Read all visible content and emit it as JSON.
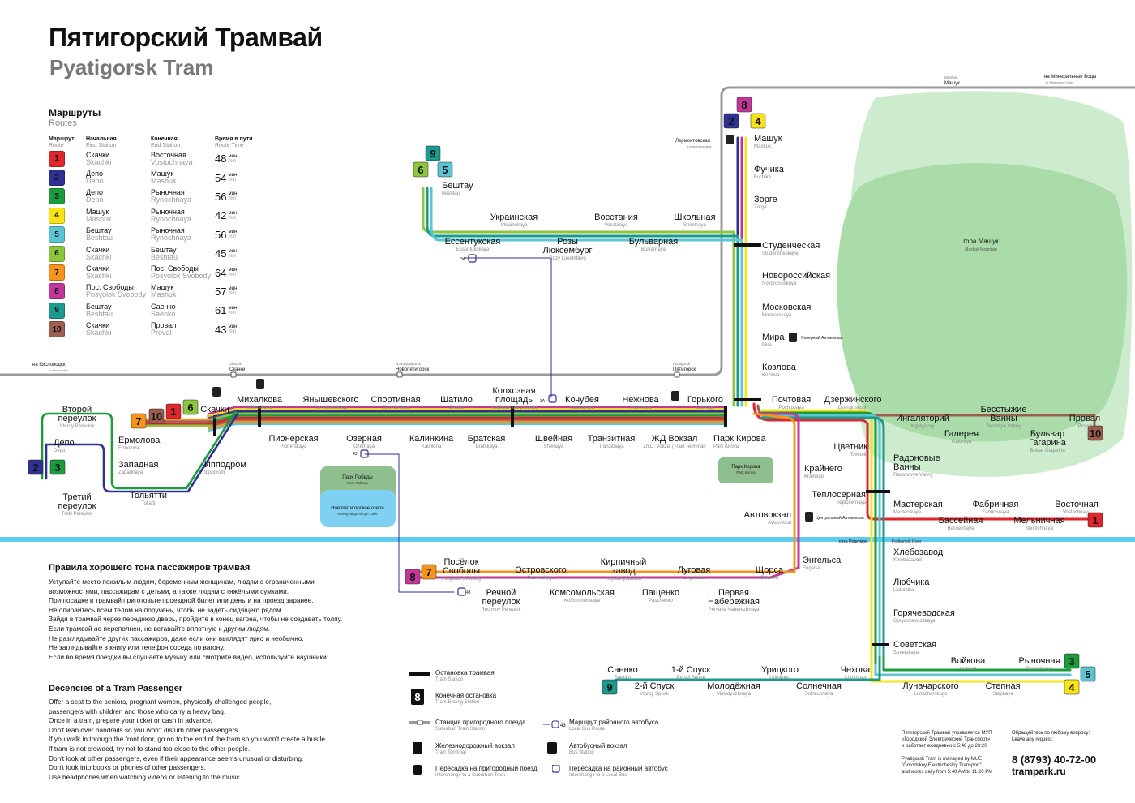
{
  "title_ru": "Пятигорский Трамвай",
  "title_en": "Pyatigorsk Tram",
  "routes_panel": {
    "title": "Маршруты",
    "title_en": "Routes",
    "col_route": "Маршрут",
    "col_route_en": "Route",
    "col_first": "Начальная",
    "col_first_en": "First Station",
    "col_end": "Конечная",
    "col_end_en": "End Station",
    "col_time": "Время в пути",
    "col_time_en": "Route Time",
    "min_ru": "мин",
    "min_en": "min",
    "items": [
      {
        "num": "1",
        "color": "#e0252c",
        "from": "Скачки",
        "from_en": "Skachki",
        "to": "Восточная",
        "to_en": "Vostochnaya",
        "time": "48"
      },
      {
        "num": "2",
        "color": "#2e3192",
        "from": "Депо",
        "from_en": "Depo",
        "to": "Машук",
        "to_en": "Mashuk",
        "time": "54"
      },
      {
        "num": "3",
        "color": "#1a9b3c",
        "from": "Депо",
        "from_en": "Depo",
        "to": "Рыночная",
        "to_en": "Rynochnaya",
        "time": "56"
      },
      {
        "num": "4",
        "color": "#f7e417",
        "from": "Машук",
        "from_en": "Mashuk",
        "to": "Рыночная",
        "to_en": "Rynochnaya",
        "time": "42"
      },
      {
        "num": "5",
        "color": "#5bc5d3",
        "from": "Бештау",
        "from_en": "Beshtau",
        "to": "Рыночная",
        "to_en": "Rynochnaya",
        "time": "56"
      },
      {
        "num": "6",
        "color": "#8cc63f",
        "from": "Скачки",
        "from_en": "Skachki",
        "to": "Бештау",
        "to_en": "Beshtau",
        "time": "45"
      },
      {
        "num": "7",
        "color": "#f7941d",
        "from": "Скачки",
        "from_en": "Skachki",
        "to": "Пос. Свободы",
        "to_en": "Posyolok Svobody",
        "time": "64"
      },
      {
        "num": "8",
        "color": "#c2379a",
        "from": "Пос. Свободы",
        "from_en": "Posyolok Svobody",
        "to": "Машук",
        "to_en": "Mashuk",
        "time": "57"
      },
      {
        "num": "9",
        "color": "#1b9a8e",
        "from": "Бештау",
        "from_en": "Beshtau",
        "to": "Саенко",
        "to_en": "Saenko",
        "time": "61"
      },
      {
        "num": "10",
        "color": "#9b5e4f",
        "from": "Скачки",
        "from_en": "Skachki",
        "to": "Провал",
        "to_en": "Proval",
        "time": "43"
      }
    ]
  },
  "colors": {
    "water": "#5ecbf1",
    "park": "#a8d8a8",
    "park_dark": "#8fcf8f",
    "rail": "#9b9b9b",
    "bus": "#2e3192"
  },
  "stations": [
    {
      "ru": "Второй переулок",
      "en": "Vtoroy Pereulok"
    },
    {
      "ru": "Депо",
      "en": "Depo"
    },
    {
      "ru": "Третий переулок",
      "en": "Tretii Pereulok"
    },
    {
      "ru": "Ермолова",
      "en": "Ermolova"
    },
    {
      "ru": "Западная",
      "en": "Zapadnaya"
    },
    {
      "ru": "Тольятти",
      "en": "Toliatti"
    },
    {
      "ru": "Ипподром",
      "en": "Ippodrom"
    },
    {
      "ru": "Скачки",
      "en": "Skachki"
    },
    {
      "ru": "Михалкова",
      "en": "Mikhalkova"
    },
    {
      "ru": "Янышевского",
      "en": "Yanyshevskogo"
    },
    {
      "ru": "Спортивная",
      "en": "Sportivnaya"
    },
    {
      "ru": "Шатило",
      "en": "Shatilo"
    },
    {
      "ru": "Колхозная площадь",
      "en": "Kolkhoznaya ploshad"
    },
    {
      "ru": "Кочубея",
      "en": "Kochubeya"
    },
    {
      "ru": "Нежнова",
      "en": "Nezhnova"
    },
    {
      "ru": "Горького",
      "en": "Gorkogo"
    },
    {
      "ru": "Пионерская",
      "en": "Pionerskaya"
    },
    {
      "ru": "Озерная",
      "en": "Ozernaya"
    },
    {
      "ru": "Калинкина",
      "en": "Kalinkina"
    },
    {
      "ru": "Братская",
      "en": "Bratskaya"
    },
    {
      "ru": "Швейная",
      "en": "Sheinaya"
    },
    {
      "ru": "Транзитная",
      "en": "Tranzitnaya"
    },
    {
      "ru": "ЖД Вокзал",
      "en": "Zh.D. Vokzal (Train Terminal)"
    },
    {
      "ru": "Парк Кирова",
      "en": "Park Kirova"
    },
    {
      "ru": "Бештау",
      "en": "Beshtau"
    },
    {
      "ru": "Украинская",
      "en": "Ukrainskaya"
    },
    {
      "ru": "Восстания",
      "en": "Vosstaniya"
    },
    {
      "ru": "Школьная",
      "en": "Shkolnaya"
    },
    {
      "ru": "Ессентукская",
      "en": "Essentukskaya"
    },
    {
      "ru": "Розы Люксембург",
      "en": "Rozy Luxemburg"
    },
    {
      "ru": "Бульварная",
      "en": "Bulvarnaya"
    },
    {
      "ru": "Машук",
      "en": "Mashuk"
    },
    {
      "ru": "Фучика",
      "en": "Fuchika"
    },
    {
      "ru": "Зорге",
      "en": "Zorge"
    },
    {
      "ru": "Студенческая",
      "en": "Studencheskaya"
    },
    {
      "ru": "Новороссийская",
      "en": "Novorossiskaya"
    },
    {
      "ru": "Московская",
      "en": "Moskovskaya"
    },
    {
      "ru": "Мира",
      "en": "Mira"
    },
    {
      "ru": "Козлова",
      "en": "Kozlova"
    },
    {
      "ru": "Почтовая",
      "en": "Pochtovaya"
    },
    {
      "ru": "Дзержинского",
      "en": "Dzerginskogo"
    },
    {
      "ru": "Ингаляторий",
      "en": "Ingalyatory"
    },
    {
      "ru": "Галерея",
      "en": "Galereya"
    },
    {
      "ru": "Бесстыжие Ванны",
      "en": "Besstigie Vanny"
    },
    {
      "ru": "Бульвар Гагарина",
      "en": "Bulvar Gagarina"
    },
    {
      "ru": "Провал",
      "en": "Proval"
    },
    {
      "ru": "Цветник",
      "en": "Tsvetnik"
    },
    {
      "ru": "Радоновые Ванны",
      "en": "Radonovye Vanny"
    },
    {
      "ru": "Крайнего",
      "en": "Krainego"
    },
    {
      "ru": "Теплосерная",
      "en": "Teplosernaya"
    },
    {
      "ru": "Мастерская",
      "en": "Masterskaya"
    },
    {
      "ru": "Бассейная",
      "en": "Basseynaya"
    },
    {
      "ru": "Фабричная",
      "en": "Fabrichnaya"
    },
    {
      "ru": "Мельничная",
      "en": "Melnichnaya"
    },
    {
      "ru": "Восточная",
      "en": "Vostochnaya"
    },
    {
      "ru": "Автовокзал",
      "en": "Avtovokzal"
    },
    {
      "ru": "Энгельса",
      "en": "Engelsa"
    },
    {
      "ru": "Посёлок Свободы",
      "en": "Posyolok Svobody"
    },
    {
      "ru": "Речной переулок",
      "en": "Rechnoy Pereulok"
    },
    {
      "ru": "Островского",
      "en": "Ostrovskogo"
    },
    {
      "ru": "Комсомольская",
      "en": "Komsomolskaya"
    },
    {
      "ru": "Кирпичный завод",
      "en": "Kirpichnyi Zavod"
    },
    {
      "ru": "Пащенко",
      "en": "Paschenko"
    },
    {
      "ru": "Луговая",
      "en": "Lugovaya"
    },
    {
      "ru": "Первая Набережная",
      "en": "Pervaya Naberezhnaya"
    },
    {
      "ru": "Щорса",
      "en": "Schorsa"
    },
    {
      "ru": "Хлебозавод",
      "en": "Khlebozavod"
    },
    {
      "ru": "Любчика",
      "en": "Liubchika"
    },
    {
      "ru": "Горячеводская",
      "en": "Goryachevodskaya"
    },
    {
      "ru": "Советская",
      "en": "Sovetskaya"
    },
    {
      "ru": "Саенко",
      "en": "Saenko"
    },
    {
      "ru": "2-й Спуск",
      "en": "Vtoroy Spusk"
    },
    {
      "ru": "1-й Спуск",
      "en": "Pervyi Spusk"
    },
    {
      "ru": "Молодёжная",
      "en": "Molodyozhnaya"
    },
    {
      "ru": "Урицкого",
      "en": "Uritskogo"
    },
    {
      "ru": "Солнечная",
      "en": "Solnechnaya"
    },
    {
      "ru": "Чехова",
      "en": "Chekhova"
    },
    {
      "ru": "Луначарского",
      "en": "Lunacharskogo"
    },
    {
      "ru": "Войкова",
      "en": "Voikova"
    },
    {
      "ru": "Степная",
      "en": "Stepnaya"
    },
    {
      "ru": "Рыночная",
      "en": "Rynochnaya"
    }
  ],
  "places": {
    "mountain": "гора Машук",
    "mountain_en": "Mashuk Mountain",
    "park_pobedy": "Парк Победы",
    "park_pobedy_en": "Park Pobedy",
    "lake": "Новопятигорское озеро",
    "lake_en": "Novopyatigorskoye Lake",
    "park_kirova": "Парк Кирова",
    "park_kirova_en": "Park Kirova",
    "river": "река Подкумок",
    "river_en": "Podkumok River",
    "kislovodsk": "на Кисловодск",
    "kislovodsk_en": "to Kislovodsk",
    "min_vody": "на Минеральные Воды",
    "min_vody_en": "to Mineralnye Vody",
    "rail_skachki": "Скачки",
    "rail_skachki_en": "Skachki",
    "rail_novopyat": "Новопятигорск",
    "rail_novopyat_en": "Novopyatigorsk",
    "rail_pyat": "Пятигорск",
    "rail_pyat_en": "Pyatigorsk",
    "rail_mashuk": "Машук",
    "rail_mashuk_en": "Mashuk",
    "rail_lermont": "Лермонтовская",
    "rail_lermont_en": "Lermontovskaya",
    "bus_north": "Северный Автовокзал",
    "bus_central": "Центральный Автовокзал",
    "bus_3a": "3А",
    "bus_43": "43"
  },
  "rules_ru": {
    "title": "Правила хорошего тона пассажиров трамвая",
    "lines": [
      "Уступайте место пожилым людям, беременным женщинам, людям с ограниченными",
      "возможностями, пассажирам с детьми, а также людям с тяжёлыми сумками.",
      "При посадке в трамвай приготовьте проездной билет или деньги на проезд заранее.",
      "Не опирайтесь всем телом на поручень, чтобы не задеть сидящего рядом.",
      "Зайдя в трамвай через переднюю дверь, пройдите в конец вагона, чтобы не создавать толпу.",
      "Если трамвай не переполнен, не вставайте вплотную к другим людям.",
      "Не разглядывайте других пассажиров, даже если они выглядят ярко и необычно.",
      "Не заглядывайте в книгу или телефон соседа по вагону.",
      "Если во время поездки вы слушаете музыку или смотрите видео, используйте наушники."
    ]
  },
  "rules_en": {
    "title": "Decencies of a Tram Passenger",
    "lines": [
      "Offer a seat to the seniors, pregnant women, physically challenged people,",
      "passengers with children and those who carry a heavy bag.",
      "Once in a tram, prepare your ticket or cash in advance.",
      "Don't lean over handrails so you won't disturb other passengers.",
      "If you walk in through the front door, go on to the end of the tram so you won't create a hustle.",
      "If tram is not crowded, try not to stand too close to the other people.",
      "Don't look at other passengers, even if their appearance seems unusual or disturbing.",
      "Don't look into books or phones of other passengers.",
      "Use headphones when watching videos or listening to the music."
    ]
  },
  "legend": {
    "tram_stop": "Остановка трамвая",
    "tram_stop_en": "Tram Station",
    "end_stop": "Конечная остановка",
    "end_stop_en": "Tram Ending Station",
    "end_num": "8",
    "suburban": "Станция пригородного поезда",
    "suburban_en": "Suburban Train Station",
    "bus_route": "Маршрут районного автобуса",
    "bus_route_en": "Local Bus Route",
    "bus_num": "43",
    "railway": "Железнодорожный вокзал",
    "railway_en": "Train Terminal",
    "bus_station": "Автобусный вокзал",
    "bus_station_en": "Bus Station",
    "transfer_suburban": "Пересадка на пригородный поезд",
    "transfer_suburban_en": "Interchange to a Suburban Train",
    "transfer_bus": "Пересадка на районный автобус",
    "transfer_bus_en": "Interchange to a Local Bus"
  },
  "info": {
    "ru": [
      "Пятигорский Трамвай управляется МУП",
      "«Городской Электрический Транспорт»",
      "и работает ежедневно с 5:40 до 23:20"
    ],
    "en": [
      "Pyatigorsk Tram is managed by MUE",
      "\"Gorodskoy Elektricheskiy Transport\"",
      "and works daily from 5:40 AM to 11:20 PM"
    ],
    "ask_ru": "Обращайтесь по любому вопросу:",
    "ask_en": "Leave any request:",
    "phone": "8 (8793) 40-72-00",
    "site": "trampark.ru"
  }
}
